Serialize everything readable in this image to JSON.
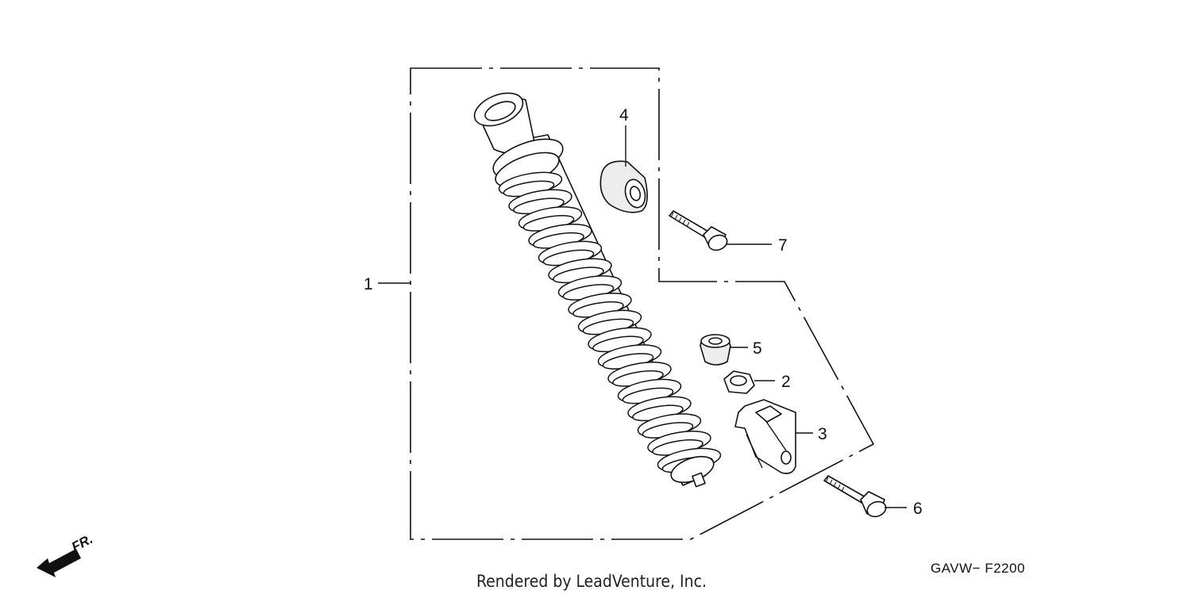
{
  "callouts": {
    "p1": "1",
    "p2": "2",
    "p3": "3",
    "p4": "4",
    "p5": "5",
    "p6": "6",
    "p7": "7"
  },
  "diagram_code": "GAVW− F2200",
  "credit": "Rendered by LeadVenture, Inc.",
  "direction_label": "FR."
}
